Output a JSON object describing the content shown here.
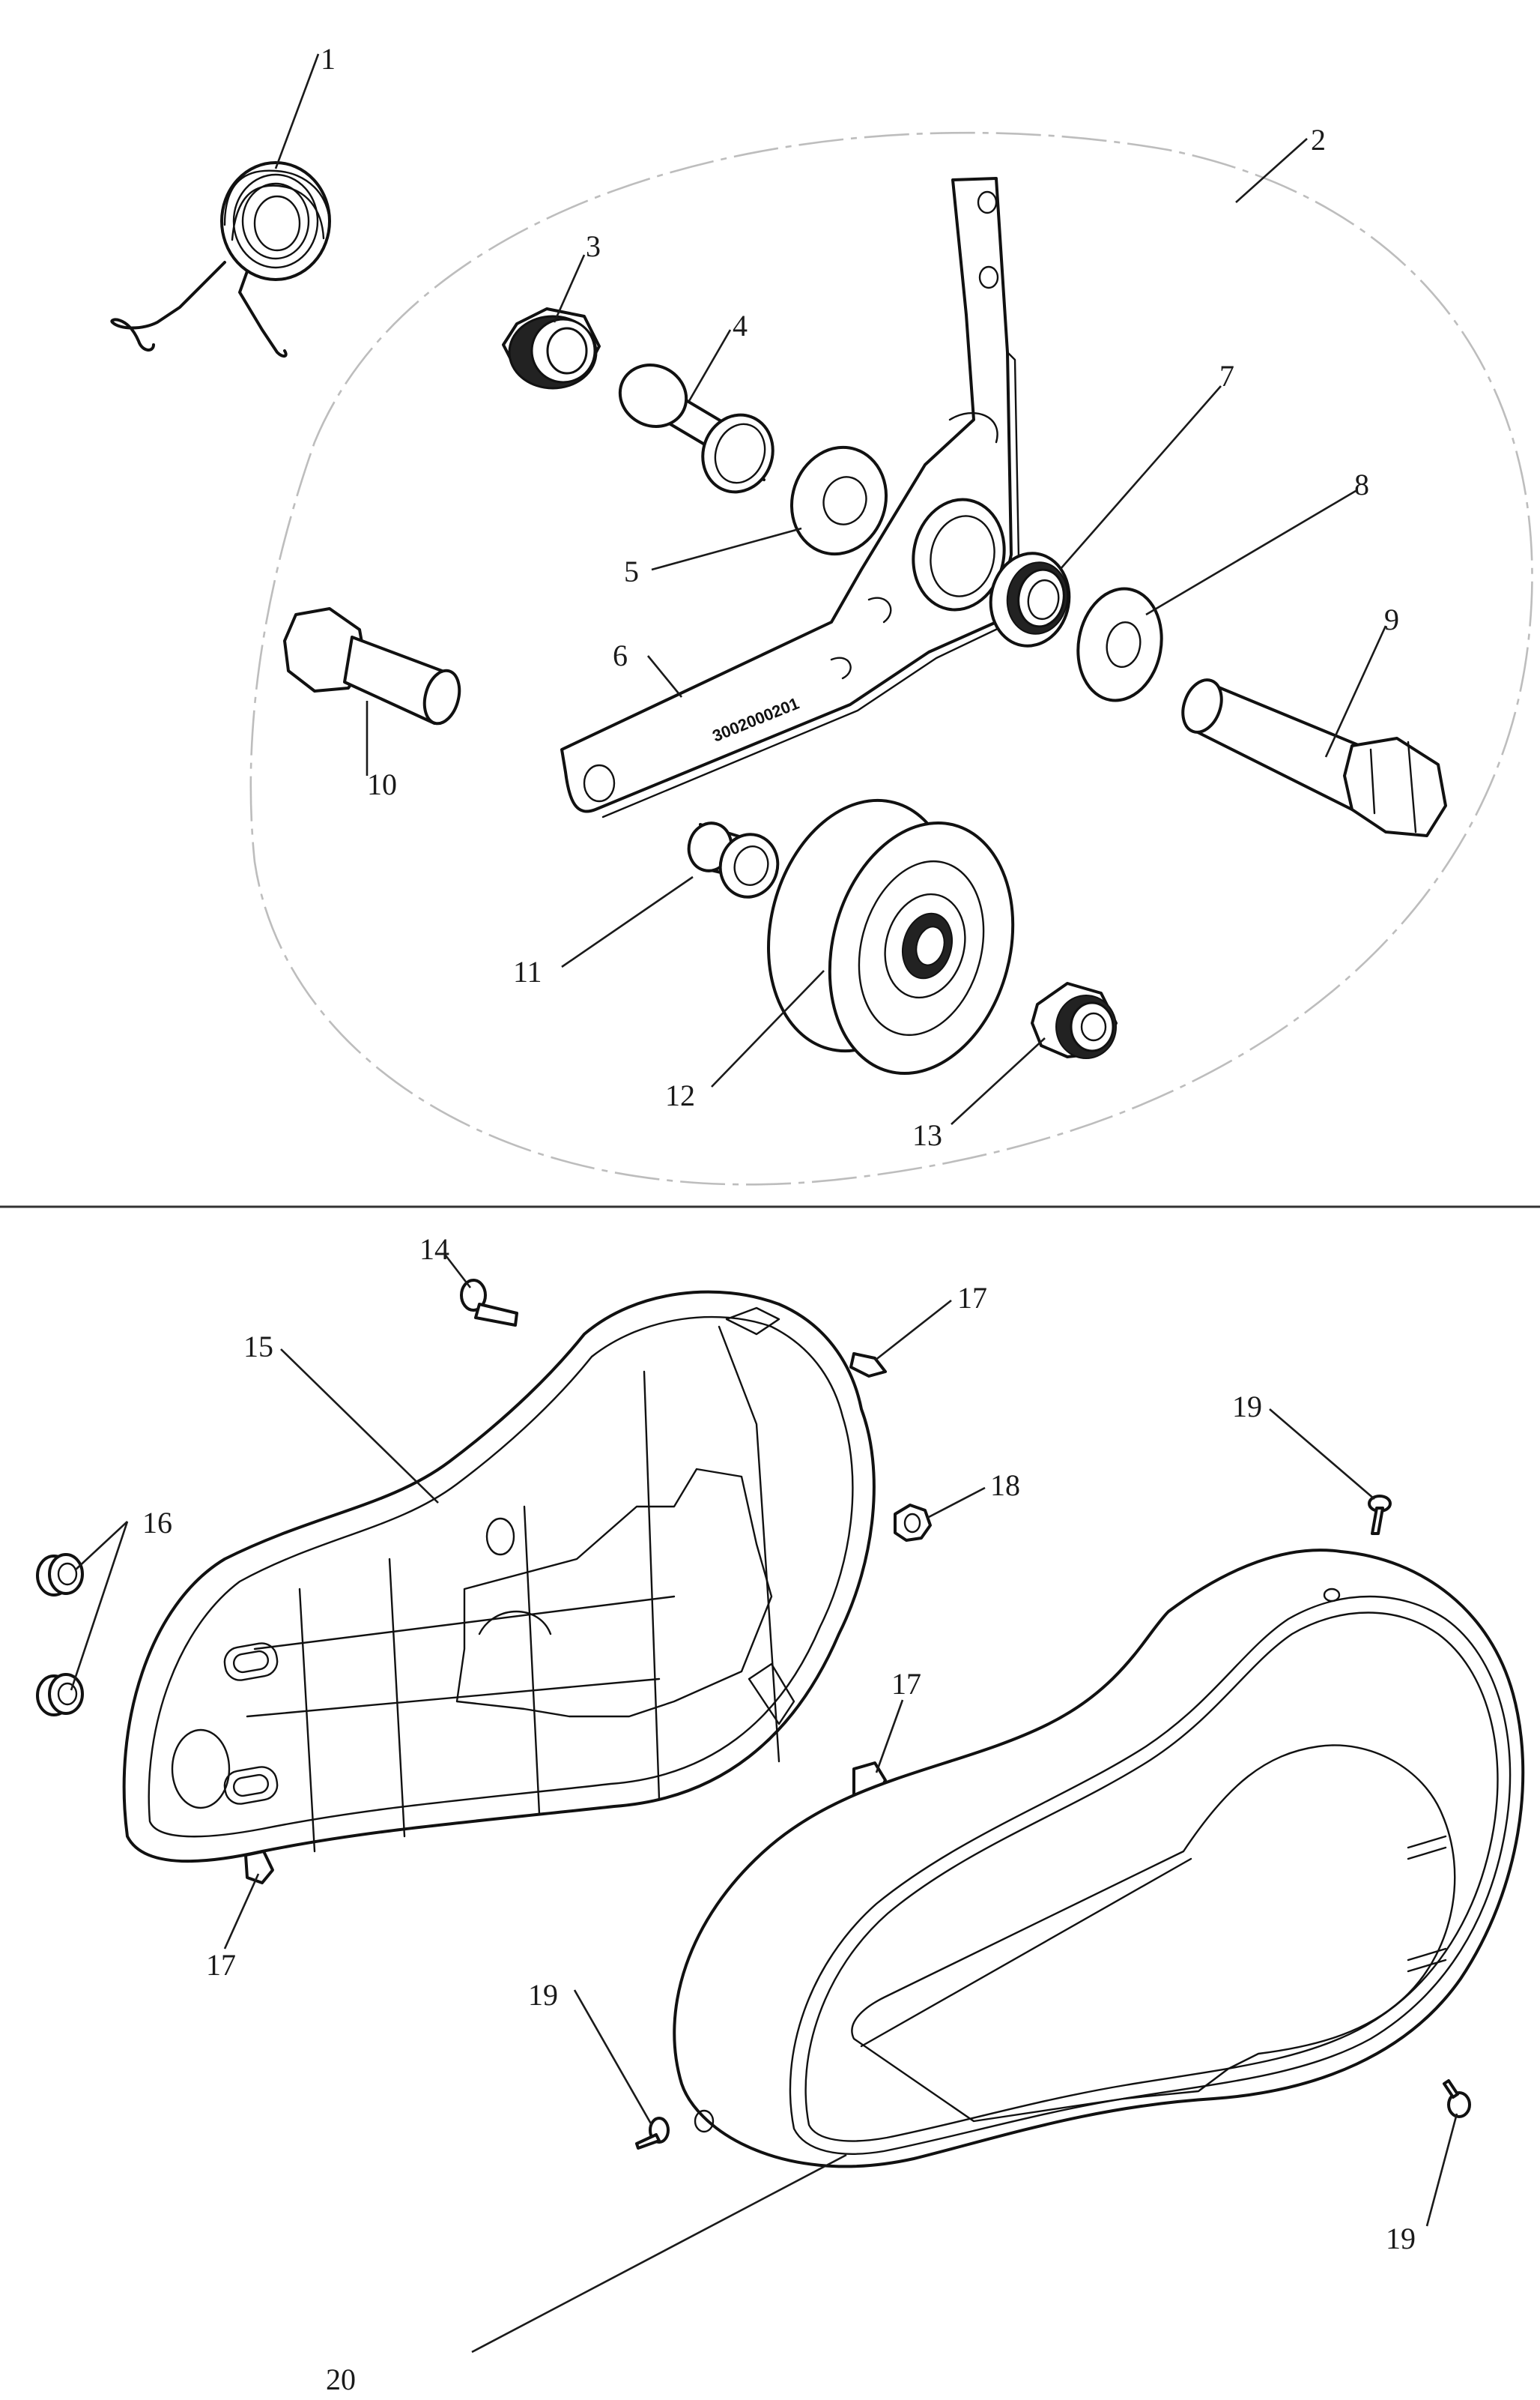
{
  "callouts": {
    "c1": "1",
    "c2": "2",
    "c3": "3",
    "c4": "4",
    "c5": "5",
    "c6": "6",
    "c7": "7",
    "c8": "8",
    "c9": "9",
    "c10": "10",
    "c11": "11",
    "c12": "12",
    "c13": "13",
    "c14": "14",
    "c15": "15",
    "c16": "16",
    "c17a": "17",
    "c17b": "17",
    "c17c": "17",
    "c18": "18",
    "c19a": "19",
    "c19b": "19",
    "c19c": "19",
    "c20": "20"
  },
  "part_stamp": "3002000201",
  "colors": {
    "ink": "#111111",
    "background": "#ffffff",
    "boundary_dash": "#bdbdbd"
  }
}
